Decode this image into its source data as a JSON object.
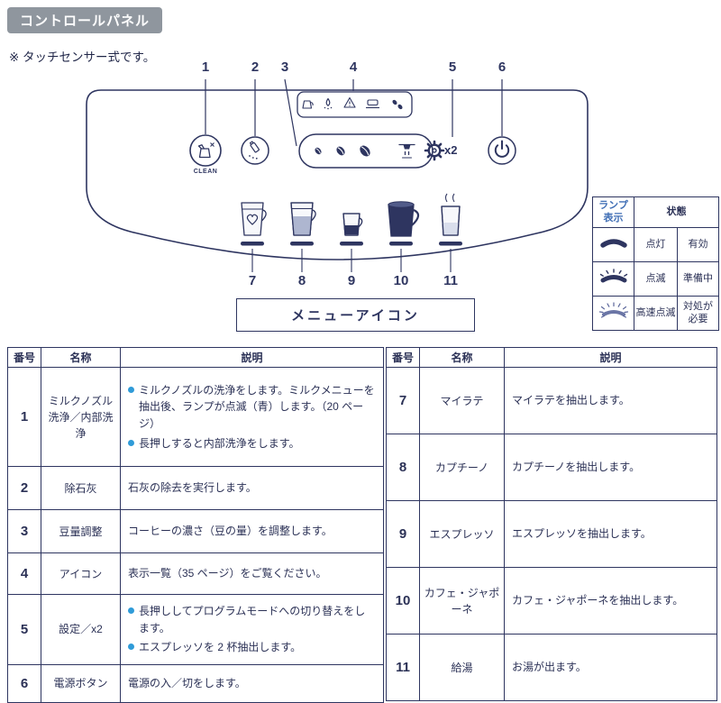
{
  "page": {
    "title": "コントロールパネル",
    "note": "※ タッチセンサー式です。"
  },
  "colors": {
    "navy": "#2e3560",
    "bullet_blue": "#2f9bd8",
    "lamp_header_blue": "#3f6eb5",
    "badge_gray": "#8f969e"
  },
  "diagram": {
    "top_callouts": [
      "1",
      "2",
      "3",
      "4",
      "5",
      "6"
    ],
    "bottom_callouts": [
      "7",
      "8",
      "9",
      "10",
      "11"
    ],
    "clean_label": "CLEAN",
    "x2_label": "x2",
    "menu_box_label": "メニューアイコン",
    "strip_icons": [
      "milk-icon",
      "descale-icon",
      "warning-icon",
      "tray-icon",
      "beans-icon"
    ]
  },
  "lamp_table": {
    "col1_header": "ランプ表示",
    "col2_header": "状態",
    "rows": [
      {
        "lamp": "solid",
        "state": "点灯",
        "meaning": "有効"
      },
      {
        "lamp": "blink",
        "state": "点滅",
        "meaning": "準備中"
      },
      {
        "lamp": "fast-blink",
        "state": "高速点滅",
        "meaning": "対処が必要"
      }
    ]
  },
  "left_table": {
    "headers": [
      "番号",
      "名称",
      "説明"
    ],
    "rows": [
      {
        "no": "1",
        "name": "ミルクノズル洗浄／内部洗浄",
        "bullets": [
          "ミルクノズルの洗浄をします。ミルクメニューを抽出後、ランプが点滅（青）します。（20 ページ）",
          "長押しすると内部洗浄をします。"
        ]
      },
      {
        "no": "2",
        "name": "除石灰",
        "desc": "石灰の除去を実行します。"
      },
      {
        "no": "3",
        "name": "豆量調整",
        "desc": "コーヒーの濃さ（豆の量）を調整します。"
      },
      {
        "no": "4",
        "name": "アイコン",
        "desc": "表示一覧（35 ページ）をご覧ください。"
      },
      {
        "no": "5",
        "name": "設定／x2",
        "bullets": [
          "長押ししてプログラムモードへの切り替えをします。",
          "エスプレッソを 2 杯抽出します。"
        ]
      },
      {
        "no": "6",
        "name": "電源ボタン",
        "desc": "電源の入／切をします。"
      }
    ]
  },
  "right_table": {
    "headers": [
      "番号",
      "名称",
      "説明"
    ],
    "rows": [
      {
        "no": "7",
        "name": "マイラテ",
        "desc": "マイラテを抽出します。"
      },
      {
        "no": "8",
        "name": "カプチーノ",
        "desc": "カプチーノを抽出します。"
      },
      {
        "no": "9",
        "name": "エスプレッソ",
        "desc": "エスプレッソを抽出します。"
      },
      {
        "no": "10",
        "name": "カフェ・ジャポーネ",
        "desc": "カフェ・ジャポーネを抽出します。"
      },
      {
        "no": "11",
        "name": "給湯",
        "desc": "お湯が出ます。"
      }
    ]
  }
}
